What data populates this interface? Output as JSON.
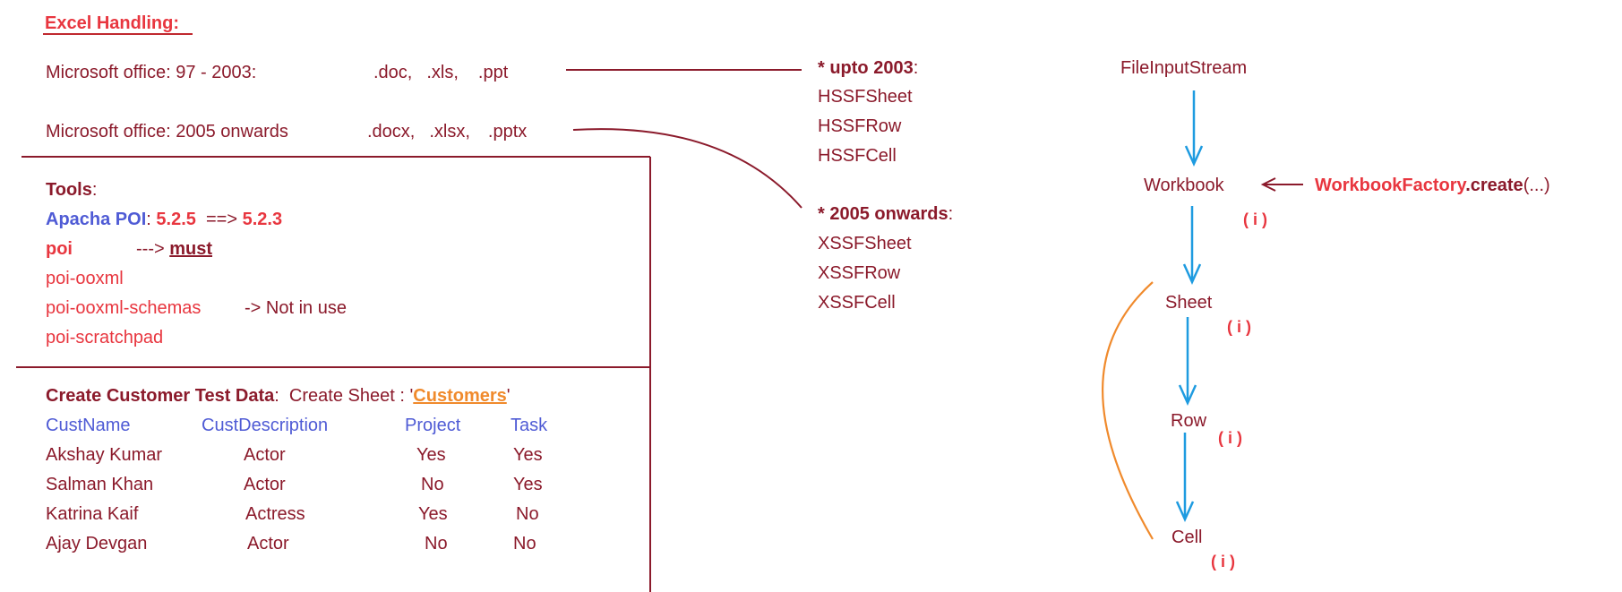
{
  "title": "Excel Handling",
  "title_colon": ":",
  "office_versions": [
    {
      "label": "Microsoft office: 97 - 2003:",
      "exts": [
        ".doc,",
        ".xls,",
        ".ppt"
      ]
    },
    {
      "label": "Microsoft office: 2005 onwards",
      "exts": [
        ".docx,",
        ".xlsx,",
        ".pptx"
      ]
    }
  ],
  "tools": {
    "heading": "Tools",
    "colon": ":",
    "apache_name": "Apacha POI",
    "apache_sep": ": ",
    "version_from": "5.2.5",
    "arrow": "  ==> ",
    "version_to": "5.2.3",
    "poi_name": "poi",
    "poi_arrow": "---> ",
    "poi_note": "must",
    "items": [
      "poi-ooxml",
      "poi-ooxml-schemas",
      "poi-scratchpad"
    ],
    "schemas_note": "-> Not in use"
  },
  "customer_data": {
    "heading": "Create Customer Test Data",
    "sheet_prefix": ":  Create Sheet : '",
    "sheet_name": "Customers",
    "sheet_suffix": "'",
    "columns": [
      "CustName",
      "CustDescription",
      "Project",
      "Task"
    ],
    "rows": [
      [
        "Akshay Kumar",
        "Actor",
        "Yes",
        "Yes"
      ],
      [
        "Salman Khan",
        "Actor",
        "No",
        "Yes"
      ],
      [
        "Katrina Kaif",
        "Actress",
        "Yes",
        "No"
      ],
      [
        "Ajay Devgan",
        "Actor",
        "No",
        "No"
      ]
    ]
  },
  "formats": {
    "old_heading": "* upto 2003",
    "old_colon": ":",
    "old_classes": [
      "HSSFSheet",
      "HSSFRow",
      "HSSFCell"
    ],
    "new_heading": "* 2005 onwards",
    "new_colon": ":",
    "new_classes": [
      "XSSFSheet",
      "XSSFRow",
      "XSSFCell"
    ]
  },
  "flow": {
    "nodes": [
      "FileInputStream",
      "Workbook",
      "Sheet",
      "Row",
      "Cell"
    ],
    "interface_marker": "( i )",
    "factory_class": "WorkbookFactory",
    "factory_method": ".create",
    "factory_args": "(...)"
  },
  "colors": {
    "dark_red": "#8b1a2b",
    "red": "#e8363f",
    "blue": "#4f5bd5",
    "orange": "#f08a2c",
    "arrow_blue": "#1e9be0"
  }
}
